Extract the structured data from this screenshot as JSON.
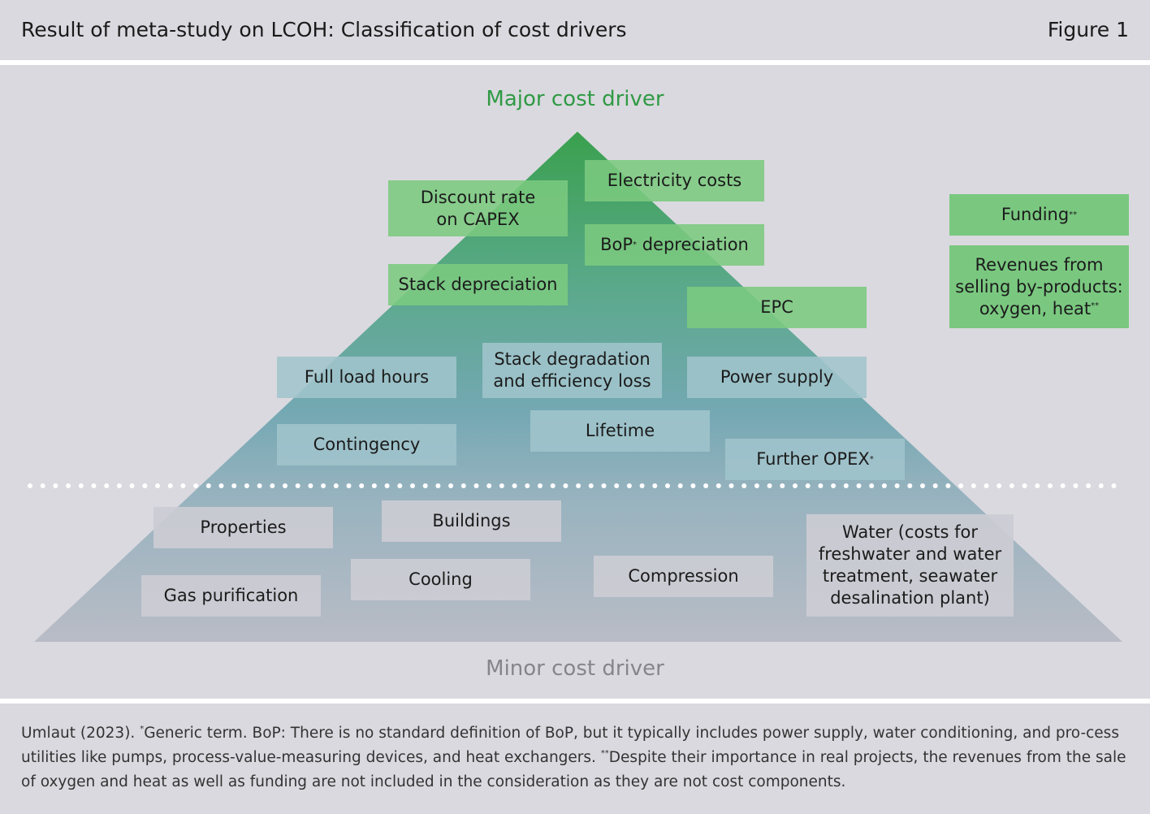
{
  "header": {
    "title": "Result of meta-study on LCOH: Classification of cost drivers",
    "figure_label": "Figure 1"
  },
  "labels": {
    "major": "Major cost driver",
    "minor": "Minor cost driver"
  },
  "colors": {
    "panel_background": "#dad9df",
    "major_label": "#2f9a44",
    "minor_label": "#85858b",
    "green_box": "#7ac880",
    "teal_box": "#a0c4cc",
    "grey_box": "#ccccd4",
    "pyramid_top": "#3aa04e",
    "pyramid_middle": "#6aa7ad",
    "pyramid_bottom": "#b9bcc6"
  },
  "boxes": {
    "discount_rate": "Discount rate\non CAPEX",
    "electricity_costs": "Electricity costs",
    "bop_depreciation_main": "BoP",
    "bop_depreciation_mark": "*",
    "bop_depreciation_rest": " depreciation",
    "stack_depreciation": "Stack depreciation",
    "epc": "EPC",
    "funding_main": "Funding",
    "funding_mark": "**",
    "revenues_main": "Revenues from\nselling by-products:\noxygen, heat",
    "revenues_mark": "**",
    "full_load_hours": "Full load hours",
    "stack_degradation": "Stack degradation\nand efficiency loss",
    "power_supply": "Power supply",
    "contingency": "Contingency",
    "lifetime": "Lifetime",
    "further_opex_main": "Further OPEX",
    "further_opex_mark": "*",
    "properties": "Properties",
    "buildings": "Buildings",
    "water": "Water (costs for\nfreshwater and water\ntreatment, seawater\ndesalination plant)",
    "gas_purification": "Gas purification",
    "cooling": "Cooling",
    "compression": "Compression"
  },
  "footnote": {
    "source": "Umlaut (2023). ",
    "mark1": "*",
    "text1": "Generic term. BoP: There is no standard definition of BoP, but it typically includes power supply, water conditioning, and pro-cess utilities like pumps, process-value-measuring devices, and heat exchangers. ",
    "mark2": "**",
    "text2": "Despite their importance in real projects, the revenues from the sale of oxygen and heat as well as funding are not included in the consideration as they are not cost components."
  }
}
